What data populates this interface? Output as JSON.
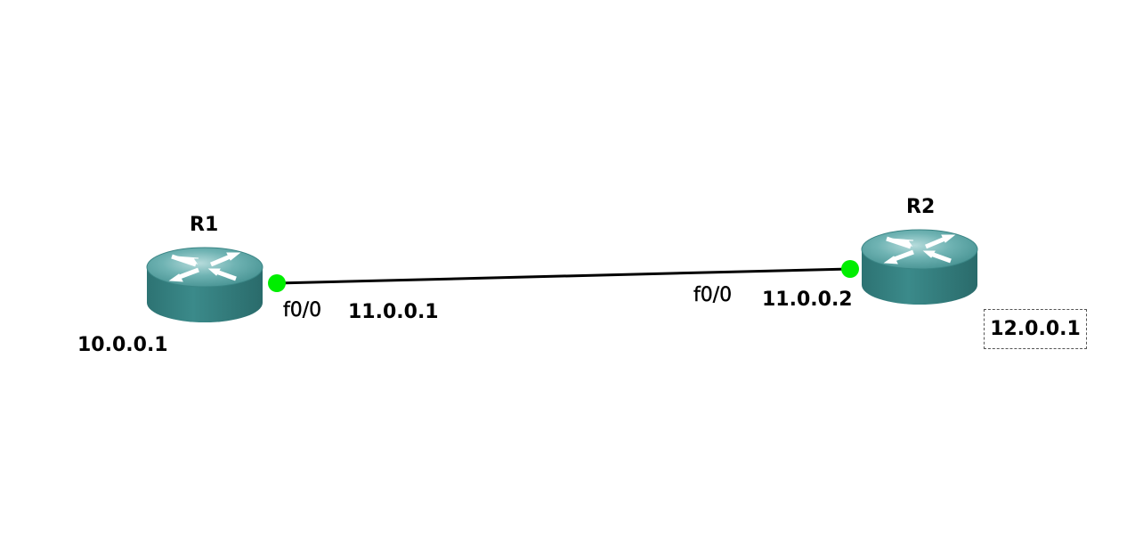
{
  "topology": {
    "routers": [
      {
        "id": "r1",
        "name": "R1",
        "ip": "10.0.0.1",
        "icon": "router-icon"
      },
      {
        "id": "r2",
        "name": "R2",
        "ip": "12.0.0.1",
        "icon": "router-icon"
      }
    ],
    "link": {
      "status": "up",
      "status_color": "#00ee00",
      "r1_end": {
        "port": "f0/0",
        "ip": "11.0.0.1"
      },
      "r2_end": {
        "port": "f0/0",
        "ip": "11.0.0.2"
      }
    },
    "colors": {
      "router_body": "#3c8a8a",
      "router_top": "#6fb3b3",
      "link": "#000000"
    }
  }
}
